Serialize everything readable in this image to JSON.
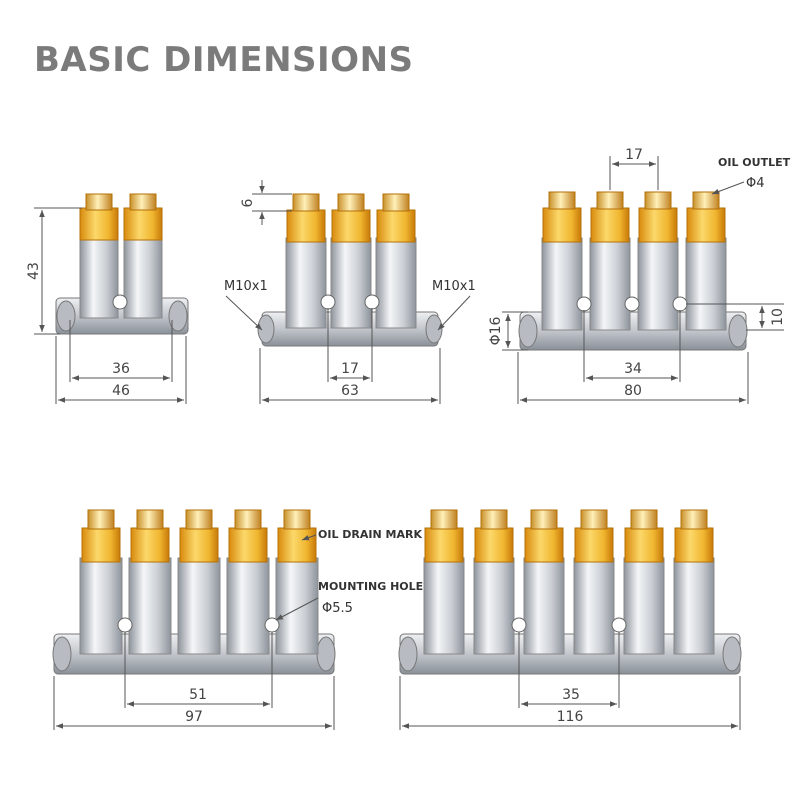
{
  "title": "BASIC DIMENSIONS",
  "colors": {
    "title": "#7b7b7b",
    "brass_light": "#f8d060",
    "brass_dark": "#d88a0c",
    "steel_light": "#f0f2f4",
    "steel_dark": "#9aa0a8",
    "dimension_line": "#555555"
  },
  "labels": {
    "oil_outlet": "OIL OUTLET",
    "oil_outlet_dia": "Φ4",
    "thread_left": "M10x1",
    "thread_right": "M10x1",
    "oil_drain_mark": "OIL DRAIN MARK",
    "mounting_hole": "MOUNTING HOLE",
    "mounting_hole_dia": "Φ5.5"
  },
  "distributors": [
    {
      "outlets": 2,
      "dims": {
        "height": "43",
        "hole_spacing": "36",
        "total_length": "46"
      }
    },
    {
      "outlets": 3,
      "dims": {
        "cap_height": "6",
        "hole_spacing": "17",
        "total_length": "63"
      }
    },
    {
      "outlets": 4,
      "dims": {
        "outlet_pitch": "17",
        "port_dia": "Φ16",
        "hole_height": "10",
        "hole_spacing": "34",
        "total_length": "80"
      }
    },
    {
      "outlets": 5,
      "dims": {
        "hole_spacing": "51",
        "total_length": "97"
      }
    },
    {
      "outlets": 6,
      "dims": {
        "hole_spacing": "35",
        "total_length": "116"
      }
    }
  ]
}
